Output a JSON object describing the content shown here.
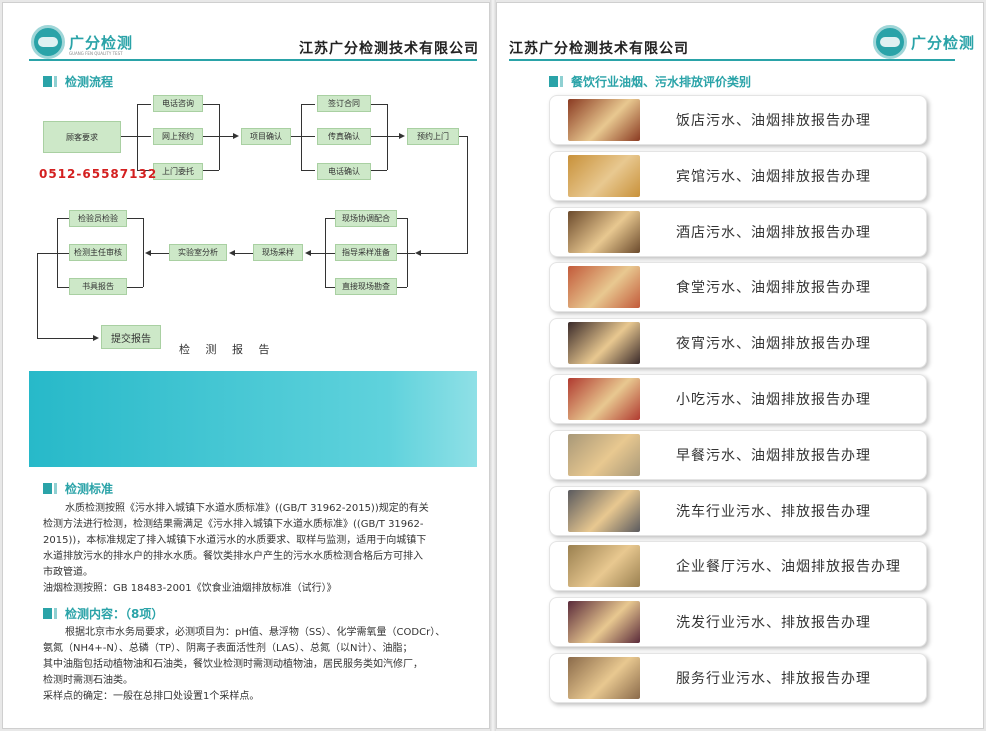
{
  "left": {
    "logo_text": "广分检测",
    "logo_sub": "GUANG FEN QUALITY TEST",
    "company": "江苏广分检测技术有限公司",
    "flow_title": "检测流程",
    "flow": {
      "customer": "顾客要求",
      "consult": [
        "电话咨询",
        "网上预约",
        "上门委托"
      ],
      "confirm_project": "项目确认",
      "contract": [
        "签订合同",
        "传真确认",
        "电话确认"
      ],
      "appointment": "预约上门",
      "site": [
        "现场协调配合",
        "指导采样准备",
        "直接现场勘查"
      ],
      "sampling": "现场采样",
      "lab": "实验室分析",
      "review": [
        "检验员检验",
        "检测主任审核",
        "书具报告"
      ],
      "submit": "提交报告",
      "phone": "0512-65587132",
      "report_word": "检 测 报 告"
    },
    "standard_title": "检测标准",
    "standard_lines": [
      "水质检测按照《污水排入城镇下水道水质标准》((GB/T 31962-2015))规定的有关",
      "检测方法进行检测，检测结果需满足《污水排入城镇下水道水质标准》((GB/T 31962-",
      "2015))，本标准规定了排入城镇下水道污水的水质要求、取样与监测，适用于向城镇下",
      "水道排放污水的排水户的排水水质。餐饮类排水户产生的污水水质检测合格后方可排入",
      "市政管道。",
      "油烟检测按照：GB 18483-2001《饮食业油烟排放标准（试行）》"
    ],
    "content_title": "检测内容：（8项）",
    "content_lines": [
      "根据北京市水务局要求，必测项目为：pH值、悬浮物（SS）、化学需氧量（CODCr）、",
      "氨氮（NH4+-N）、总磷（TP）、阴离子表面活性剂（LAS）、总氮（以N计）、油脂；",
      "其中油脂包括动植物油和石油类，餐饮业检测时需测动植物油，居民服务类如汽修厂，",
      "检测时需测石油类。",
      "采样点的确定：一般在总排口处设置1个采样点。"
    ]
  },
  "right": {
    "company": "江苏广分检测技术有限公司",
    "logo_text": "广分检测",
    "section_title": "餐饮行业油烟、污水排放评价类别",
    "items": [
      {
        "label": "饭店污水、油烟排放报告办理",
        "thumb": "#8a3a22"
      },
      {
        "label": "宾馆污水、油烟排放报告办理",
        "thumb": "#c8913a"
      },
      {
        "label": "酒店污水、油烟排放报告办理",
        "thumb": "#6b4a2c"
      },
      {
        "label": "食堂污水、油烟排放报告办理",
        "thumb": "#c25a3a"
      },
      {
        "label": "夜宵污水、油烟排放报告办理",
        "thumb": "#3a2a2a"
      },
      {
        "label": "小吃污水、油烟排放报告办理",
        "thumb": "#b03a30"
      },
      {
        "label": "早餐污水、油烟排放报告办理",
        "thumb": "#a89878"
      },
      {
        "label": "洗车行业污水、排放报告办理",
        "thumb": "#5a5a5e"
      },
      {
        "label": "企业餐厅污水、油烟排放报告办理",
        "thumb": "#9a8050"
      },
      {
        "label": "洗发行业污水、排放报告办理",
        "thumb": "#5a2a3a"
      },
      {
        "label": "服务行业污水、排放报告办理",
        "thumb": "#8a6a4a"
      }
    ]
  }
}
